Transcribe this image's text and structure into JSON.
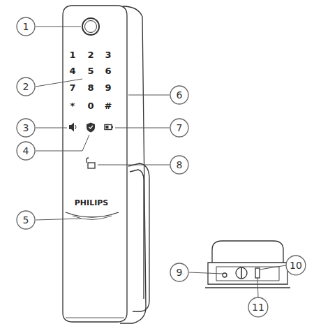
{
  "diagram": {
    "nodes": [
      {
        "text": [
          "1"
        ]
      },
      {
        "text": [
          "2"
        ]
      },
      {
        "text": [
          "3"
        ]
      },
      {
        "text": [
          "4"
        ]
      },
      {
        "text": [
          "5"
        ]
      },
      {
        "text": [
          "6"
        ]
      },
      {
        "text": [
          "7"
        ]
      },
      {
        "text": [
          "8"
        ]
      },
      {
        "text": [
          "9"
        ]
      },
      {
        "text": [
          "10"
        ]
      },
      {
        "text": [
          "11"
        ]
      }
    ],
    "labels": [
      "1",
      "2",
      "3",
      "4",
      "5",
      "6",
      "7",
      "8",
      "9",
      "*",
      "0",
      "#",
      "PHILIPS"
    ]
  }
}
